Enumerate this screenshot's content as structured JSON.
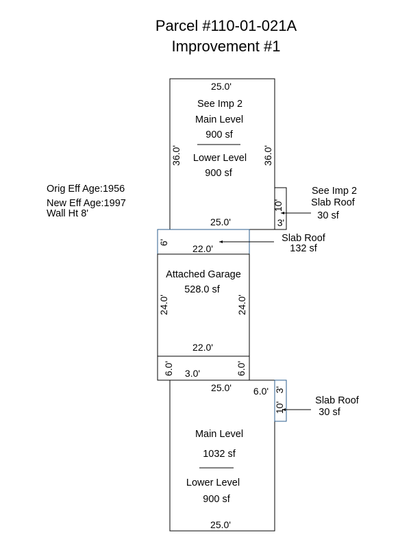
{
  "title": {
    "line1": "Parcel #110-01-021A",
    "line2": "Improvement #1"
  },
  "notes": {
    "orig_eff_age": "Orig Eff Age:1956",
    "new_eff_age": "New Eff Age:1997",
    "wall_height": "Wall Ht 8'"
  },
  "upper_building": {
    "top_dim": "25.0'",
    "bottom_dim": "25.0'",
    "left_dim": "36.0'",
    "right_dim": "36.0'",
    "see_imp": "See Imp 2",
    "main_level": "Main Level",
    "main_area": "900 sf",
    "lower_level": "Lower Level",
    "lower_area": "900 sf"
  },
  "upper_slab": {
    "see_imp": "See Imp 2",
    "label": "Slab Roof",
    "area": "30 sf",
    "dim_vertical": "10'",
    "dim_horizontal": "3'"
  },
  "mid_slab": {
    "label": "Slab Roof",
    "area": "132 sf",
    "dim_left": "6'",
    "dim_bottom": "22.0'"
  },
  "garage": {
    "label": "Attached Garage",
    "area": "528.0 sf",
    "left_dim": "24.0'",
    "right_dim": "24.0'",
    "bottom_dim": "22.0'"
  },
  "connector": {
    "left_dim": "6.0'",
    "right_dim": "6.0'",
    "bottom_dim": "3.0'"
  },
  "lower_building": {
    "top_dim": "25.0'",
    "corner_dim": "6.0'",
    "main_level": "Main Level",
    "main_area": "1032 sf",
    "lower_level": "Lower Level",
    "lower_area": "900 sf",
    "bottom_dim": "25.0'"
  },
  "lower_slab": {
    "label": "Slab Roof",
    "area": "30 sf",
    "dim_horizontal": "3'",
    "dim_vertical": "10'"
  }
}
